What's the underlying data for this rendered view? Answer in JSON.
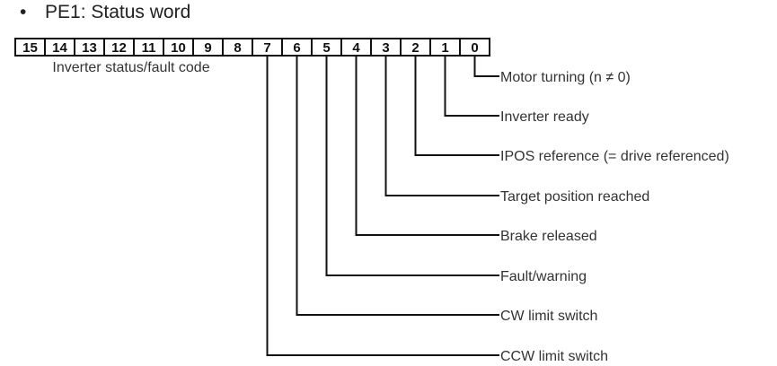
{
  "title": {
    "bullet": "•",
    "text": "PE1: Status word"
  },
  "bits": [
    "15",
    "14",
    "13",
    "12",
    "11",
    "10",
    "9",
    "8",
    "7",
    "6",
    "5",
    "4",
    "3",
    "2",
    "1",
    "0"
  ],
  "group_label": "Inverter status/fault code",
  "bit_labels": [
    {
      "bit": "0",
      "label": "Motor turning (n ≠ 0)"
    },
    {
      "bit": "1",
      "label": "Inverter ready"
    },
    {
      "bit": "2",
      "label": "IPOS reference (= drive referenced)"
    },
    {
      "bit": "3",
      "label": "Target position reached"
    },
    {
      "bit": "4",
      "label": "Brake released"
    },
    {
      "bit": "5",
      "label": "Fault/warning"
    },
    {
      "bit": "6",
      "label": "CW limit switch"
    },
    {
      "bit": "7",
      "label": "CCW limit switch"
    }
  ],
  "colors": {
    "line": "#111111",
    "text": "#333333"
  }
}
